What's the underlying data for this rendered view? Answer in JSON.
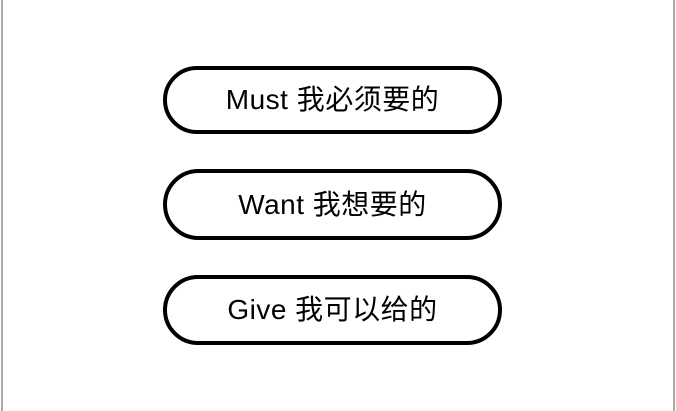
{
  "canvas": {
    "background_color": "#ffffff",
    "edge_line_color": "#a9a9a9"
  },
  "diagram": {
    "node_style": {
      "fill_color": "#ffffff",
      "border_color": "#000000",
      "text_color": "#000000"
    },
    "nodes": [
      {
        "label": "Must 我必须要的"
      },
      {
        "label": "Want 我想要的"
      },
      {
        "label": "Give 我可以给的"
      }
    ]
  }
}
